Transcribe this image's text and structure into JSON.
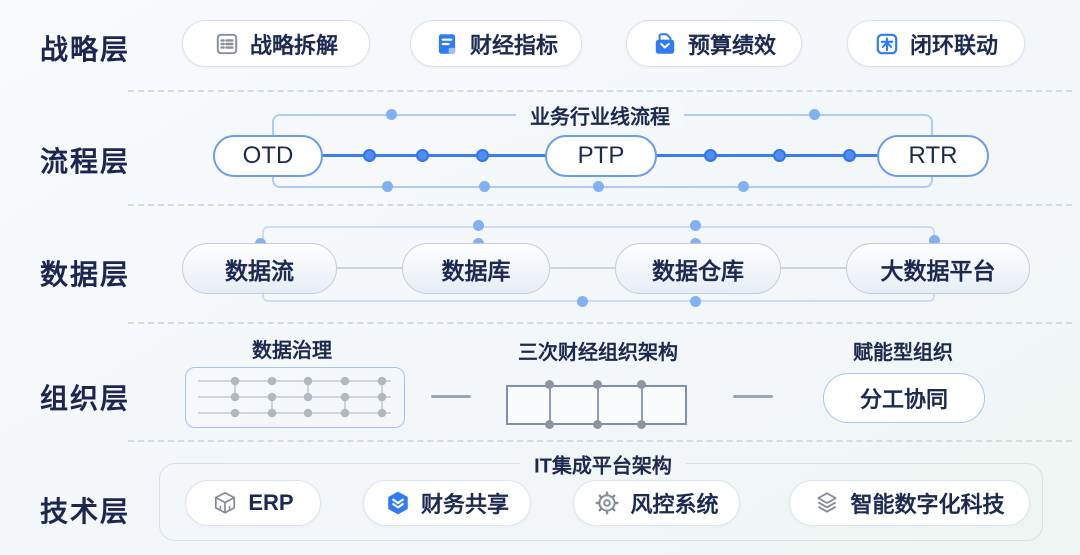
{
  "layers": [
    {
      "name": "战略层"
    },
    {
      "name": "流程层"
    },
    {
      "name": "数据层"
    },
    {
      "name": "组织层"
    },
    {
      "name": "技术层"
    }
  ],
  "strategy": {
    "items": [
      {
        "label": "战略拆解",
        "icon": "list-icon"
      },
      {
        "label": "财经指标",
        "icon": "document-icon"
      },
      {
        "label": "预算绩效",
        "icon": "inbox-icon"
      },
      {
        "label": "闭环联动",
        "icon": "loop-icon"
      }
    ]
  },
  "process": {
    "caption": "业务行业线流程",
    "nodes": [
      {
        "label": "OTD"
      },
      {
        "label": "PTP"
      },
      {
        "label": "RTR"
      }
    ]
  },
  "data_layer": {
    "items": [
      {
        "label": "数据流"
      },
      {
        "label": "数据库"
      },
      {
        "label": "数据仓库"
      },
      {
        "label": "大数据平台"
      }
    ]
  },
  "organization": {
    "groups": [
      {
        "caption": "数据治理",
        "visual": "dot-grid"
      },
      {
        "caption": "三次财经组织架构",
        "visual": "column-frame"
      },
      {
        "caption": "赋能型组织",
        "pill": "分工协同"
      }
    ]
  },
  "technology": {
    "caption": "IT集成平台架构",
    "items": [
      {
        "label": "ERP",
        "icon": "cube-icon"
      },
      {
        "label": "财务共享",
        "icon": "hexagon-layers-icon"
      },
      {
        "label": "风控系统",
        "icon": "gear-icon"
      },
      {
        "label": "智能数字化科技",
        "icon": "layers-icon"
      }
    ]
  },
  "colors": {
    "accent": "#2f7bf5",
    "line_strong": "#3b7df2",
    "line_light": "#aecdf2",
    "text_dark": "#1b2750",
    "gray_icon": "#858b96"
  }
}
